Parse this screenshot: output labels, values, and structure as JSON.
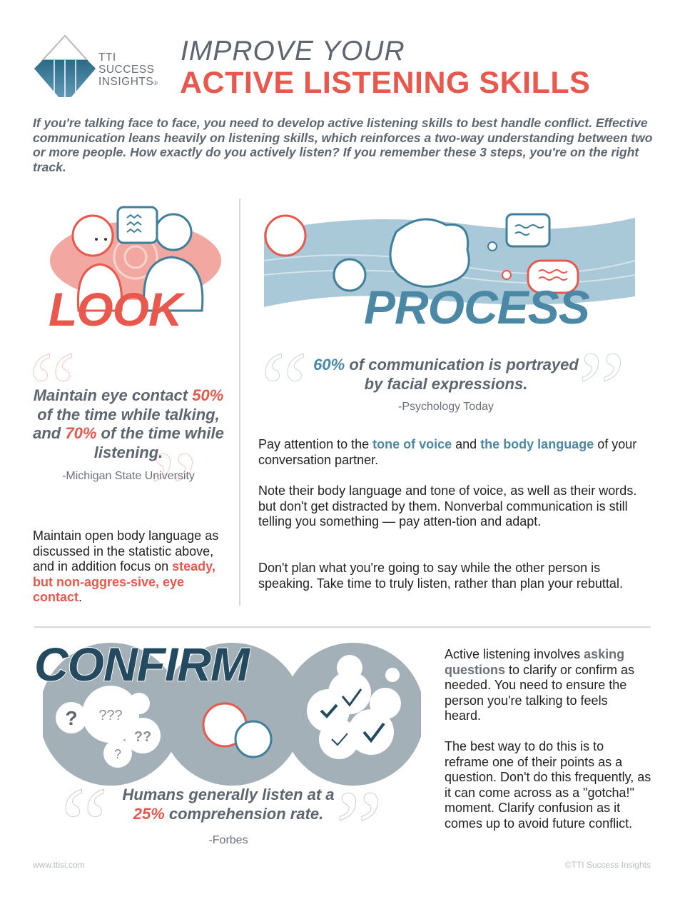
{
  "header": {
    "logo": {
      "line1": "TTI",
      "line2": "SUCCESS",
      "line3": "INSIGHTS",
      "mark": "®"
    },
    "title_line1": "IMPROVE YOUR",
    "title_line2": "ACTIVE LISTENING SKILLS"
  },
  "intro": "If you're talking face to face, you need to develop active listening skills to best handle conflict. Effective communication leans heavily on listening skills, which reinforces a two-way understanding between two or more people. How exactly do you actively listen? If you remember these 3 steps, you're on the right track.",
  "look": {
    "heading": "LOOK",
    "quote": {
      "p1": "Maintain eye contact ",
      "stat1": "50%",
      "p2": " of the time while talking, and ",
      "stat2": "70%",
      "p3": " of the time while listening."
    },
    "source": "-Michigan State University",
    "body": {
      "p1": "Maintain open body language as discussed in the statistic above, and in addition focus on ",
      "highlight": "steady, but non-aggres-sive, eye contact",
      "p2": "."
    }
  },
  "process": {
    "heading": "PROCESS",
    "quote": {
      "stat": "60%",
      "p1": " of communication is portrayed by facial expressions."
    },
    "source": "-Psychology Today",
    "para1": {
      "p1": "Pay attention to the ",
      "h1": "tone of voice",
      "p2": " and ",
      "h2": "the body language",
      "p3": " of your conversation partner."
    },
    "para2": "Note their body language and tone of voice, as well as their words. but don't get distracted by them. Nonverbal communication is still telling you something — pay atten-tion and adapt.",
    "para3": "Don't plan what you're going to say while the other person is speaking. Take time to truly listen, rather than plan your rebuttal."
  },
  "confirm": {
    "heading": "CONFIRM",
    "quote": {
      "p1": "Humans generally listen at a ",
      "stat": "25%",
      "p2": " comprehension rate."
    },
    "source": "-Forbes",
    "para1": {
      "p1": "Active listening involves ",
      "h1": "asking questions",
      "p2": " to clarify or confirm as needed. You need to ensure the person you're talking to feels heard."
    },
    "para2": "The best way to do this is to reframe one of their points as a question. Don't do this frequently, as it can come across as a \"gotcha!\" moment. Clarify confusion as it comes up to avoid future conflict."
  },
  "footer": {
    "left": "www.ttisi.com",
    "right": "©TTI Success Insights"
  },
  "colors": {
    "red": "#e8584d",
    "blue": "#4b88a6",
    "navy": "#234a5e",
    "grey": "#5d6670",
    "circle": "#a3b0b8"
  }
}
